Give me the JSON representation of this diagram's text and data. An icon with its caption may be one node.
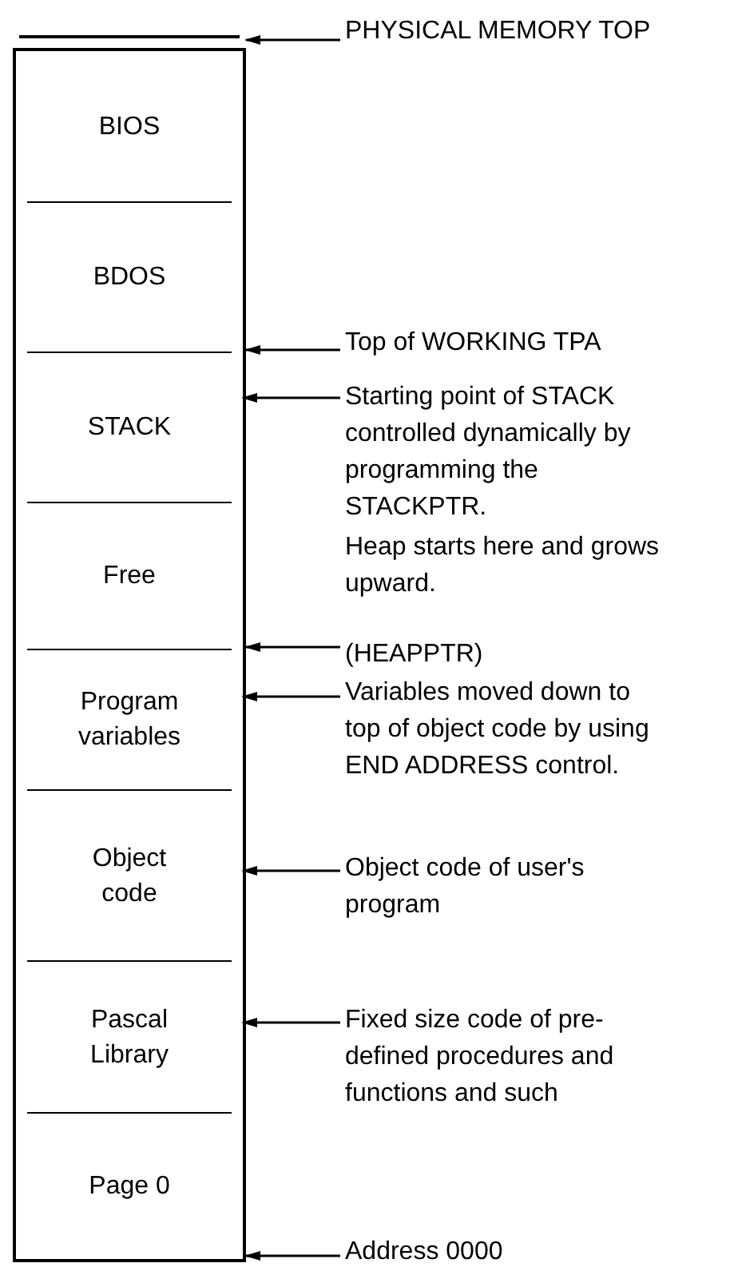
{
  "diagram": {
    "nodes": [
      {
        "text": [],
        "shape": "box"
      },
      {
        "text": [
          "BIOS"
        ],
        "in": 0
      },
      {
        "text": [
          "BDOS"
        ],
        "in": 0
      },
      {
        "text": [
          "STACK"
        ],
        "in": 0
      },
      {
        "text": [
          "Free"
        ],
        "in": 0
      },
      {
        "text": [
          "Program variables"
        ],
        "in": 0
      },
      {
        "text": [
          "Object code"
        ],
        "in": 0
      },
      {
        "text": [
          "Pascal Library"
        ],
        "in": 0
      },
      {
        "text": [
          "Page 0"
        ],
        "in": 0
      },
      {
        "text": [
          "PHYSICAL MEMORY TOP"
        ]
      },
      {
        "text": [
          "Top of WORKING TPA"
        ]
      },
      {
        "text": [
          "Starting point of STACK controlled dynamically by programming the STACKPTR."
        ]
      },
      {
        "text": [
          "Heap starts here and grows upward.",
          "(HEAPPTR)"
        ]
      },
      {
        "text": [
          "Variables moved down to top of object code by using END ADDRESS control."
        ]
      },
      {
        "text": [
          "Object code of user's program"
        ]
      },
      {
        "text": [
          "Fixed size code of pre-defined procedures and functions and such"
        ]
      },
      {
        "text": [
          "Address 0000"
        ]
      }
    ],
    "edges": [
      {
        "from": 9,
        "to": 0,
        "arrow": "to"
      },
      {
        "from": 10,
        "to": 0,
        "arrow": "to"
      },
      {
        "from": 11,
        "to": 3,
        "arrow": "to"
      },
      {
        "from": 12,
        "to": 0,
        "arrow": "to"
      },
      {
        "from": 13,
        "to": 5,
        "arrow": "to"
      },
      {
        "from": 14,
        "to": 6,
        "arrow": "to"
      },
      {
        "from": 15,
        "to": 7,
        "arrow": "to"
      },
      {
        "from": 16,
        "to": 0,
        "arrow": "to"
      }
    ]
  }
}
